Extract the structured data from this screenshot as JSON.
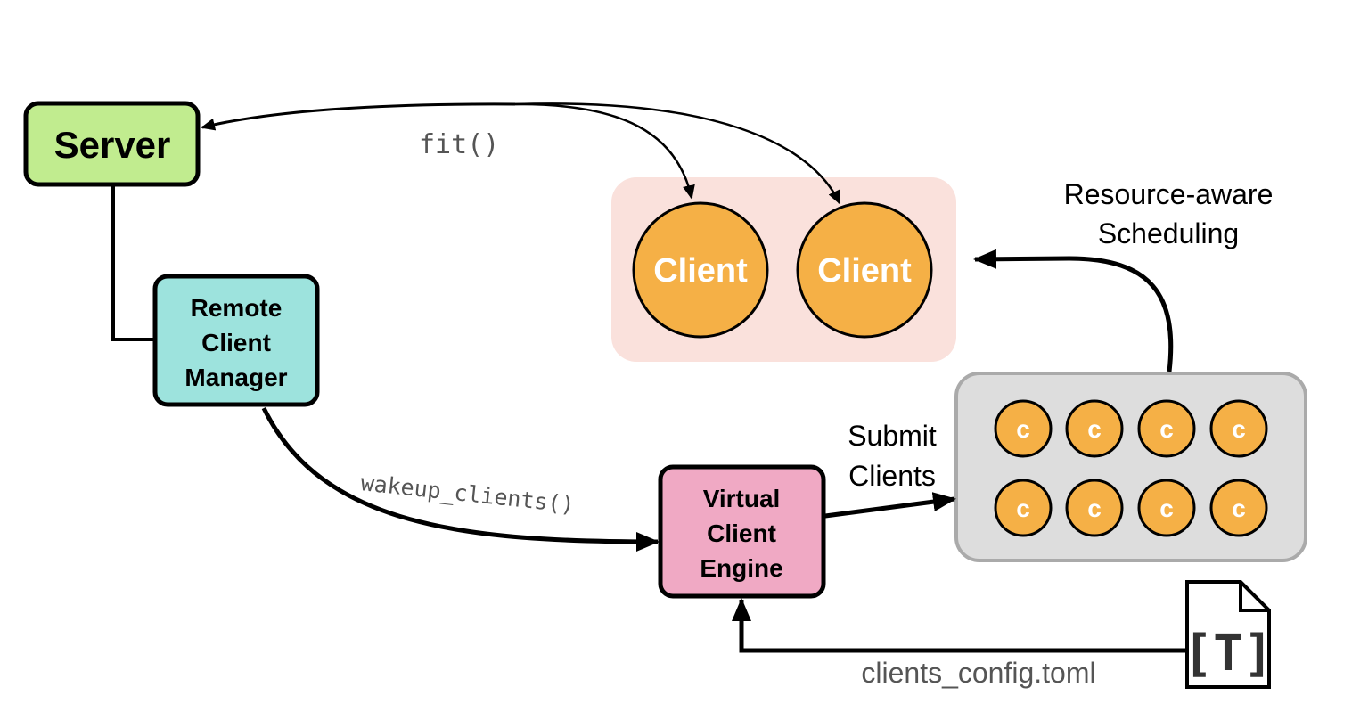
{
  "nodes": {
    "server": {
      "label": "Server",
      "color": "#c1ec8f"
    },
    "remote_client_manager": {
      "lines": [
        "Remote",
        "Client",
        "Manager"
      ],
      "color": "#9de3dd"
    },
    "virtual_client_engine": {
      "lines": [
        "Virtual",
        "Client",
        "Engine"
      ],
      "color": "#f0a9c4"
    },
    "active_clients": {
      "group_color": "#fae1dc",
      "client_color": "#f5b046",
      "labels": [
        "Client",
        "Client"
      ]
    },
    "client_pool": {
      "group_color": "#dddddd",
      "client_color": "#f5b046",
      "labels": [
        "c",
        "c",
        "c",
        "c",
        "c",
        "c",
        "c",
        "c"
      ]
    },
    "config_file": {
      "icon": "toml-file-icon",
      "glyph": "[T]",
      "filename": "clients_config.toml"
    }
  },
  "edges": {
    "fit": "fit()",
    "wakeup": "wakeup_clients()",
    "submit": [
      "Submit",
      "Clients"
    ],
    "scheduling": [
      "Resource-aware",
      "Scheduling"
    ]
  }
}
